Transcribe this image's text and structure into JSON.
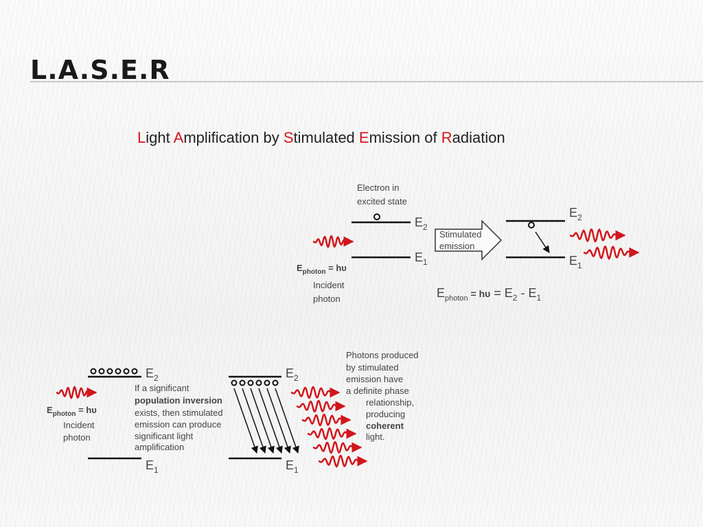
{
  "slide": {
    "title": "L.A.S.E.R",
    "subtitle": [
      {
        "text": "L",
        "initial": true
      },
      {
        "text": "ight ",
        "initial": false
      },
      {
        "text": "A",
        "initial": true
      },
      {
        "text": "mplification by ",
        "initial": false
      },
      {
        "text": "S",
        "initial": true
      },
      {
        "text": "timulated ",
        "initial": false
      },
      {
        "text": "E",
        "initial": true
      },
      {
        "text": "mission of ",
        "initial": false
      },
      {
        "text": "R",
        "initial": true
      },
      {
        "text": "adiation",
        "initial": false
      }
    ]
  },
  "colors": {
    "accent": "#d1161c",
    "text": "#333333",
    "line": "#111111"
  },
  "top_diagram": {
    "electron_label": [
      "Electron in",
      "excited state"
    ],
    "e2": "E",
    "e2_sub": "2",
    "e1": "E",
    "e1_sub": "1",
    "ephoton_prefix": "E",
    "ephoton_sub": "photon",
    "ephoton_suffix": " = hυ",
    "incident": [
      "Incident",
      "photon"
    ],
    "arrow_label": [
      "Stimulated",
      "emission"
    ],
    "right_e2": "E",
    "right_e2_sub": "2",
    "right_e1": "E",
    "right_e1_sub": "1",
    "equation": {
      "prefix": "E",
      "sub": "photon",
      "hv": " = hυ",
      "rhs_a": " = E",
      "rhs_a_sub": "2",
      "rhs_b": " - E",
      "rhs_b_sub": "1"
    }
  },
  "bottom_diagram": {
    "e2": "E",
    "e2_sub": "2",
    "e1": "E",
    "e1_sub": "1",
    "ephoton_prefix": "E",
    "ephoton_sub": "photon",
    "ephoton_suffix": " = hυ",
    "incident": [
      "Incident",
      "photon"
    ],
    "inversion_text": [
      "If a significant",
      "population inversion",
      "exists, then stimulated",
      "emission can produce",
      "significant light",
      "amplification"
    ],
    "right_e2": "E",
    "right_e2_sub": "2",
    "right_e1": "E",
    "right_e1_sub": "1",
    "coherent_text": [
      "Photons produced",
      "by stimulated",
      "emission have",
      "a definite phase",
      "relationship,",
      "producing",
      "coherent",
      "light."
    ]
  }
}
